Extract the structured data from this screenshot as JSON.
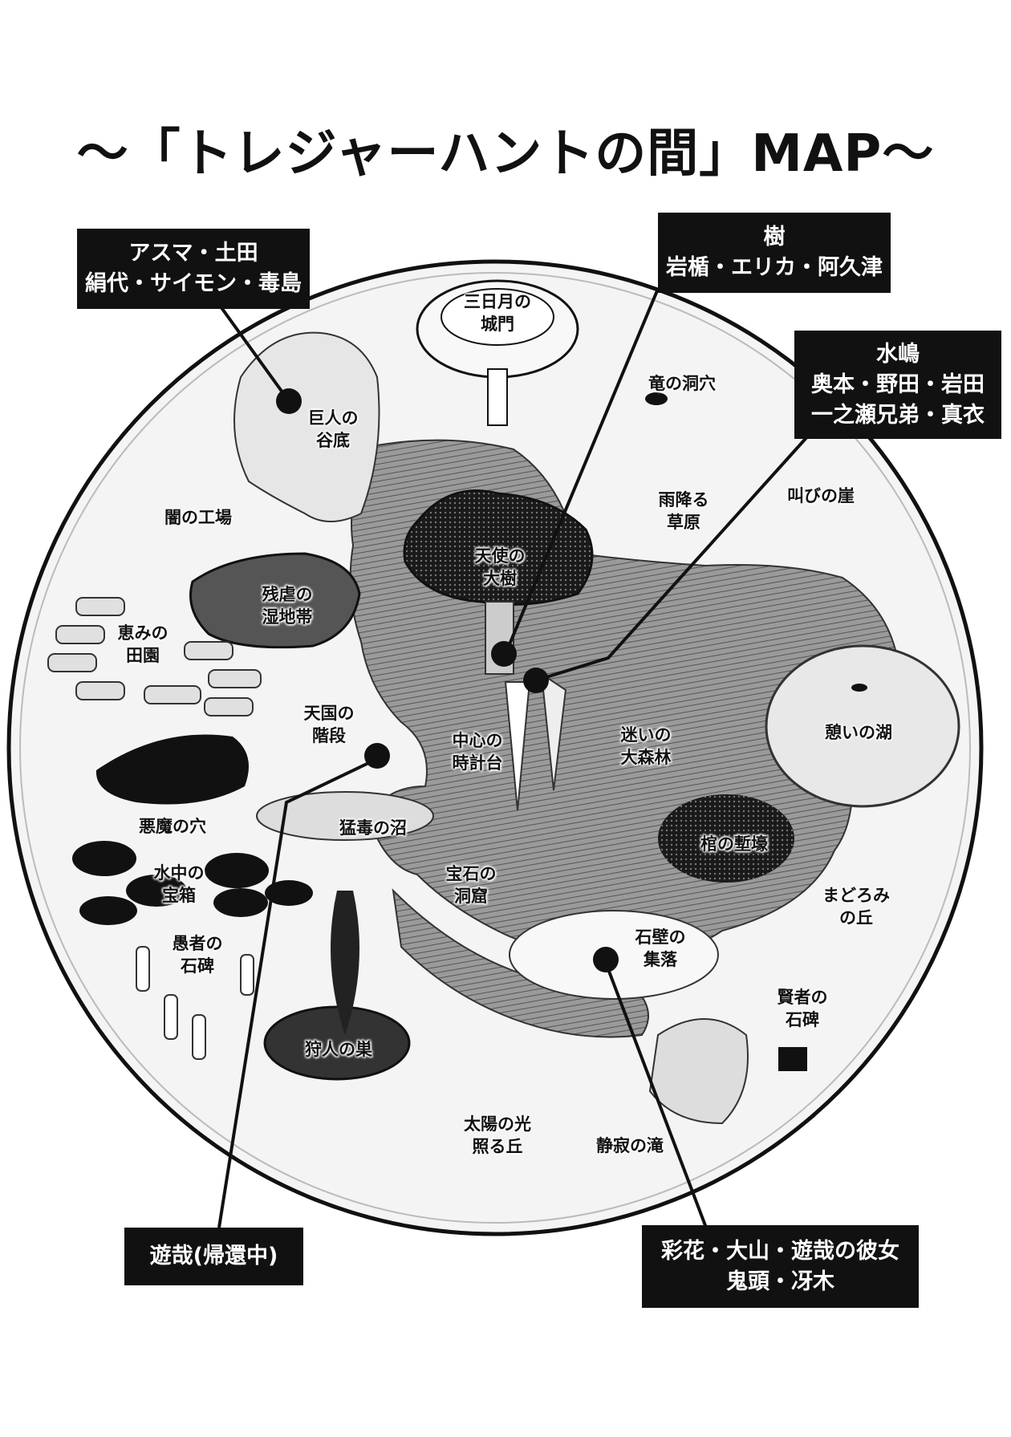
{
  "title": "〜「トレジャーハントの間」MAP〜",
  "colors": {
    "ink": "#111111",
    "paper": "#ffffff",
    "forest": "#8f8f8f",
    "dark": "#2a2a2a"
  },
  "locations": {
    "crescent_gate": "三日月の\n城門",
    "dragon_cave": "竜の洞穴",
    "giant_valley": "巨人の\n谷底",
    "dark_factory": "闇の工場",
    "rainy_grassland": "雨降る\n草原",
    "screaming_cliff": "叫びの崖",
    "angel_tree": "天使の\n大樹",
    "cruel_marsh": "残虐の\n湿地帯",
    "blessed_fields": "恵みの\n田園",
    "heaven_stairs": "天国の\n階段",
    "central_clock": "中心の\n時計台",
    "lost_forest": "迷いの\n大森林",
    "rest_lake": "憩いの湖",
    "devil_hole": "悪魔の穴",
    "poison_swamp": "猛毒の沼",
    "coffin_trench": "棺の塹壕",
    "underwater_chest": "水中の\n宝箱",
    "gem_cave": "宝石の\n洞窟",
    "drowsy_hill": "まどろみ\nの丘",
    "fool_monument": "愚者の\n石碑",
    "stone_wall_village": "石壁の\n集落",
    "sage_monument": "賢者の\n石碑",
    "hunter_nest": "狩人の巣",
    "sunlit_hill": "太陽の光\n照る丘",
    "silent_falls": "静寂の滝"
  },
  "boxes": {
    "box1": {
      "line1": "アスマ・土田",
      "line2": "絹代・サイモン・毒島"
    },
    "box2": {
      "line1": "樹",
      "line2": "岩楯・エリカ・阿久津"
    },
    "box3": {
      "line1": "水嶋",
      "line2": "奥本・野田・岩田",
      "line3": "一之瀬兄弟・真衣"
    },
    "box4": {
      "line1": "遊哉(帰還中)"
    },
    "box5": {
      "line1": "彩花・大山・遊哉の彼女",
      "line2": "鬼頭・冴木"
    }
  }
}
